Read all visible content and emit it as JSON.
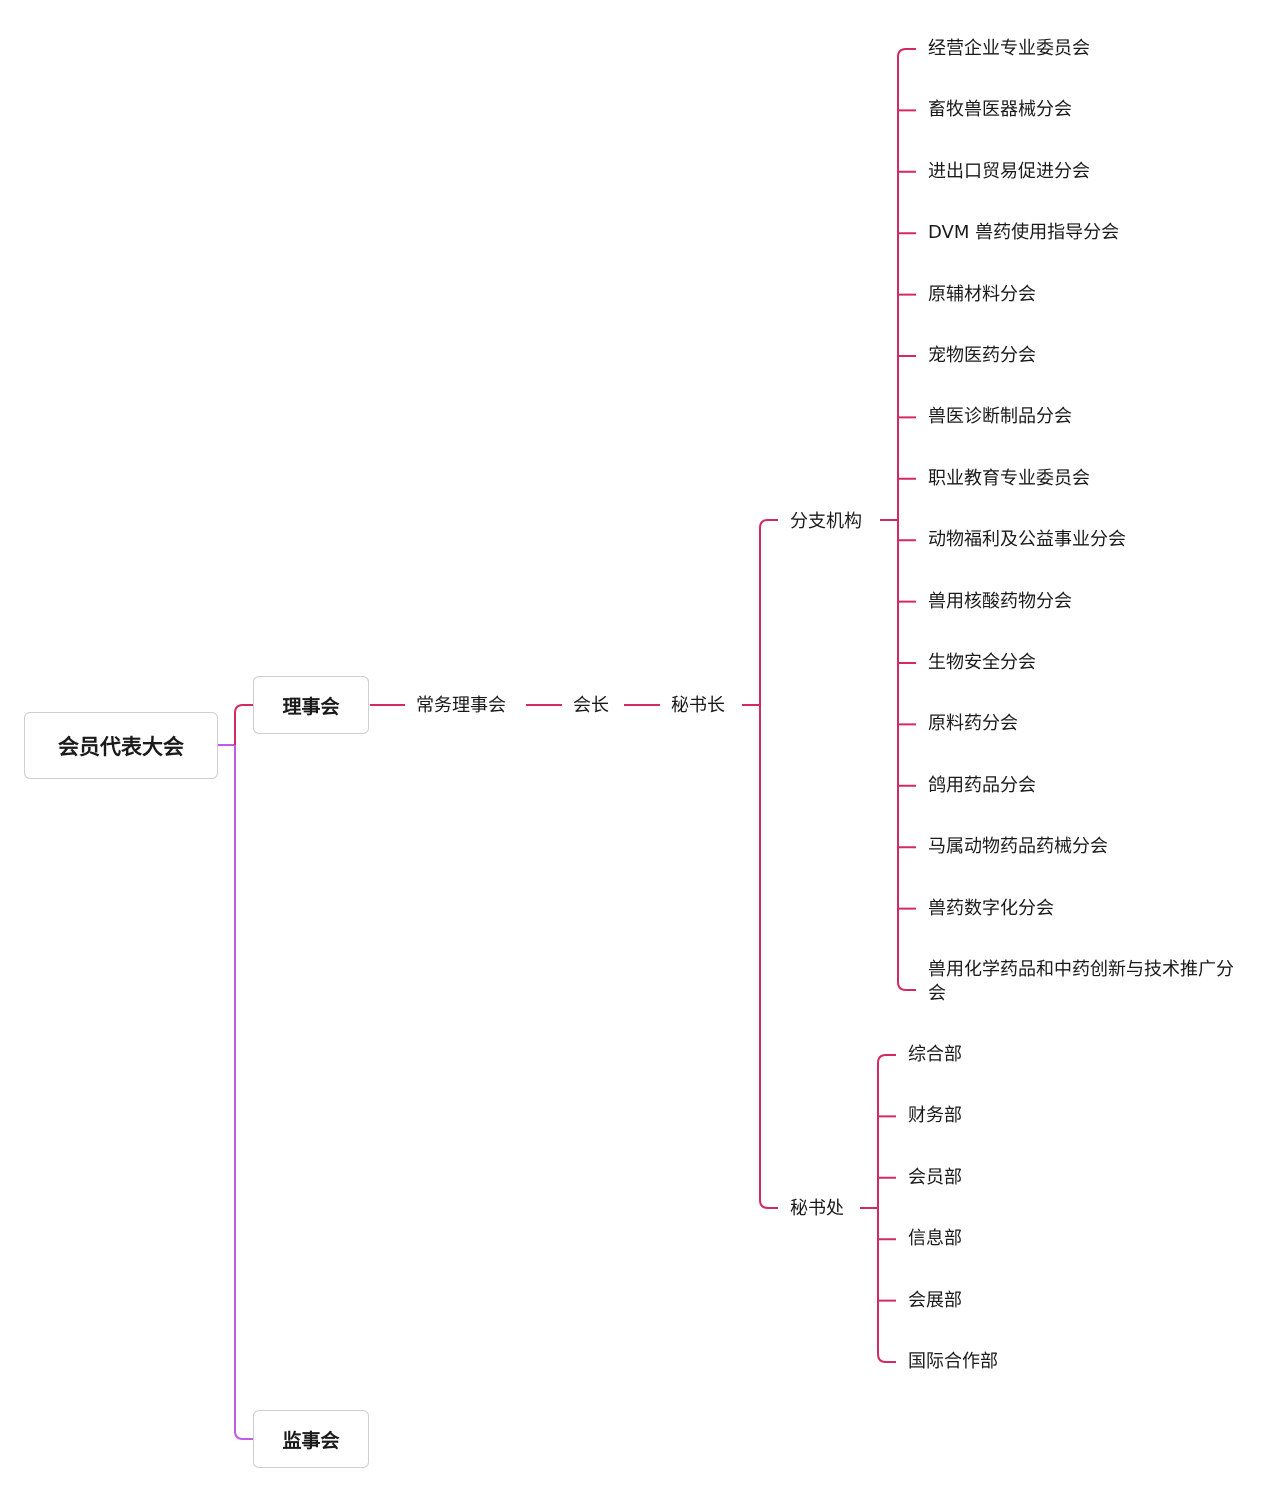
{
  "colors": {
    "branch": "#d42a62",
    "supervisor_branch": "#c05be6",
    "box_border": "#cfcfcf"
  },
  "root": {
    "label": "会员代表大会"
  },
  "council": {
    "label": "理事会"
  },
  "supervisors": {
    "label": "监事会"
  },
  "chain": [
    "常务理事会",
    "会长",
    "秘书长"
  ],
  "branches": {
    "label": "分支机构",
    "items": [
      "经营企业专业委员会",
      "畜牧兽医器械分会",
      "进出口贸易促进分会",
      "DVM 兽药使用指导分会",
      "原辅材料分会",
      "宠物医药分会",
      "兽医诊断制品分会",
      "职业教育专业委员会",
      "动物福利及公益事业分会",
      "兽用核酸药物分会",
      "生物安全分会",
      "原料药分会",
      "鸽用药品分会",
      "马属动物药品药械分会",
      "兽药数字化分会",
      "兽用化学药品和中药创新与技术推广分会"
    ]
  },
  "secretariat": {
    "label": "秘书处",
    "items": [
      "综合部",
      "财务部",
      "会员部",
      "信息部",
      "会展部",
      "国际合作部"
    ]
  }
}
